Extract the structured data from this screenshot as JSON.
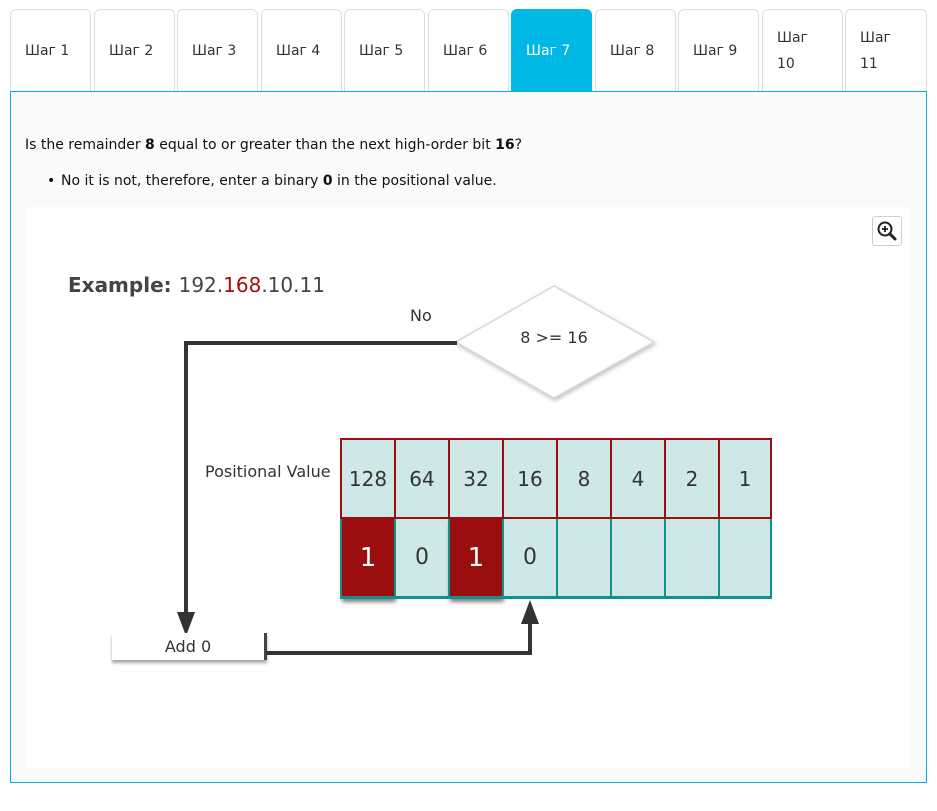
{
  "tabs": [
    "Шаг 1",
    "Шаг 2",
    "Шаг 3",
    "Шаг 4",
    "Шаг 5",
    "Шаг 6",
    "Шаг 7",
    "Шаг 8",
    "Шаг 9",
    "Шаг 10",
    "Шаг 11"
  ],
  "active_tab": "Шаг 7",
  "question": {
    "prefix": "Is the remainder ",
    "remainder": "8",
    "middle": " equal to or greater than the next high-order bit ",
    "bit": "16",
    "suffix": "?"
  },
  "bullet": {
    "prefix": "No it is not, therefore, enter a binary ",
    "value": "0",
    "suffix": " in the positional value."
  },
  "zoom_button": {
    "icon": "zoom-in-icon"
  },
  "diagram": {
    "example_label": "Example:",
    "ip_prefix": "192.",
    "ip_highlight": "168",
    "ip_suffix": ".10.11",
    "no_label": "No",
    "decision": "8 >= 16",
    "positional_label": "Positional Value",
    "positional_values": [
      "128",
      "64",
      "32",
      "16",
      "8",
      "4",
      "2",
      "1"
    ],
    "bits": [
      "1",
      "0",
      "1",
      "0",
      "",
      "",
      "",
      ""
    ],
    "add_label": "Add 0",
    "colors": {
      "accent": "#00b8e6",
      "highlight": "#9b0e10",
      "cell_fill": "#cde8e6",
      "cell_border": "#0f918c"
    }
  }
}
